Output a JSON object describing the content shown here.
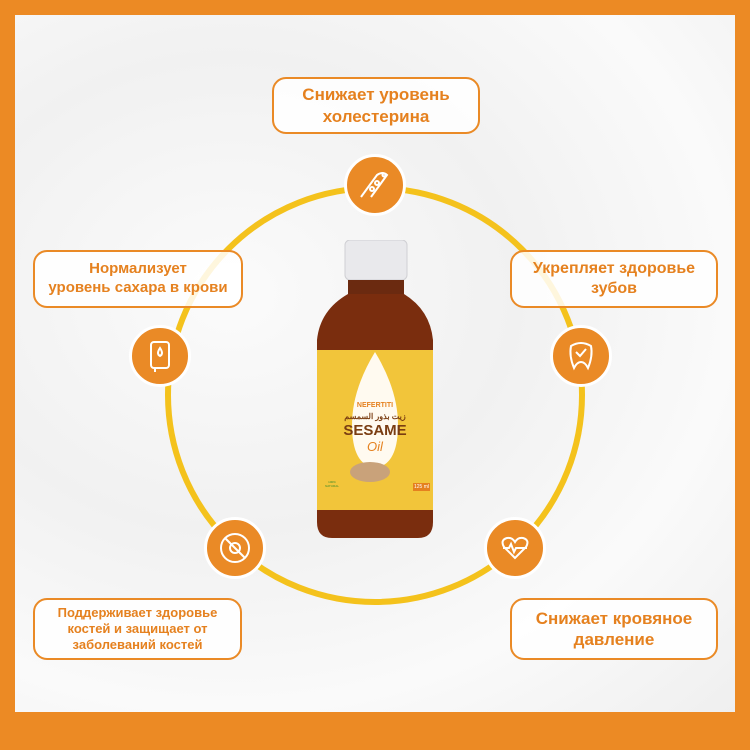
{
  "benefits": {
    "top": [
      "Снижает уровень",
      "холестерина"
    ],
    "left": [
      "Нормализует",
      "уровень сахара в крови"
    ],
    "right": [
      "Укрепляет здоровье",
      "зубов"
    ],
    "bottom_left": [
      "Поддерживает здоровье",
      "костей и защищает от",
      "заболеваний костей"
    ],
    "bottom_right": [
      "Снижает кровяное",
      "давление"
    ]
  },
  "product": {
    "brand": "NEFERTITI",
    "arabic": "زيت بذور السمسم",
    "name": "SESAME",
    "sub": "Oil",
    "volume": "125 ml",
    "badge": "100% NATURAL"
  },
  "colors": {
    "accent": "#ea8a26",
    "ring": "#f4c21c"
  }
}
